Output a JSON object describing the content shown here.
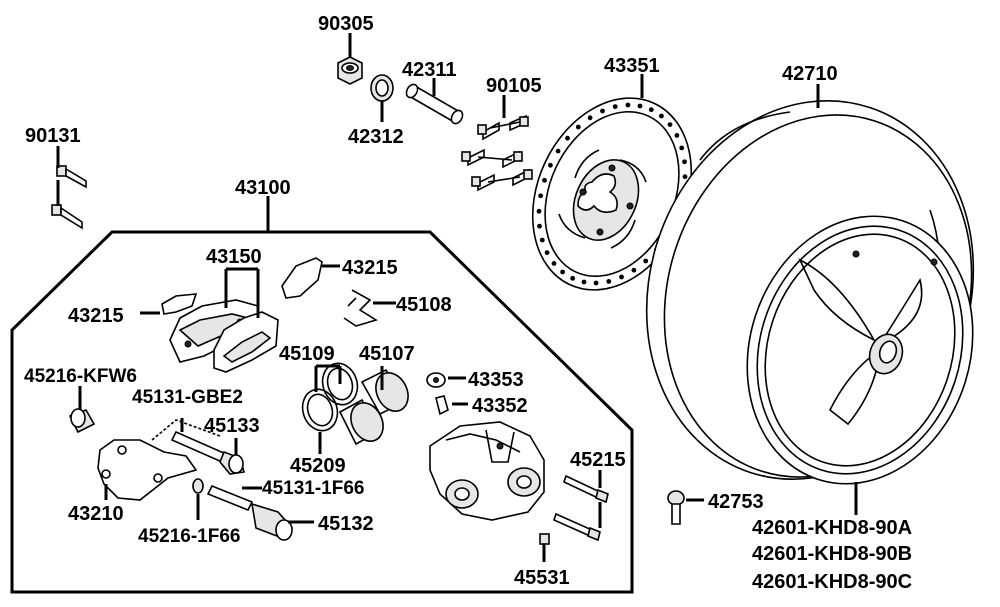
{
  "labels": {
    "p90305": "90305",
    "p42311": "42311",
    "p42312": "42312",
    "p90105": "90105",
    "p43351": "43351",
    "p42710": "42710",
    "p90131": "90131",
    "p43100": "43100",
    "p43150": "43150",
    "p43215a": "43215",
    "p43215b": "43215",
    "p45108": "45108",
    "p45109": "45109",
    "p45107": "45107",
    "p45216kfw6": "45216-KFW6",
    "p45131gbe2": "45131-GBE2",
    "p45133": "45133",
    "p43353": "43353",
    "p43352": "43352",
    "p45209": "45209",
    "p45215": "45215",
    "p43210": "43210",
    "p45131_1f66": "45131-1F66",
    "p45132": "45132",
    "p45216_1f66": "45216-1F66",
    "p42753": "42753",
    "p45531": "45531",
    "p42601a": "42601-KHD8-90A",
    "p42601b": "42601-KHD8-90B",
    "p42601c": "42601-KHD8-90C"
  },
  "icons": [
    "nut-icon",
    "bushing-icon",
    "spacer-icon",
    "stud-bolt-icon",
    "brake-disc-icon",
    "tire-icon",
    "wheel-rim-icon",
    "bolt-icon",
    "brake-pad-icon",
    "pad-spring-icon",
    "seal-ring-icon",
    "piston-icon",
    "caliper-bracket-icon",
    "bleeder-valve-icon",
    "caliper-body-icon",
    "slide-pin-icon",
    "valve-stem-icon"
  ]
}
